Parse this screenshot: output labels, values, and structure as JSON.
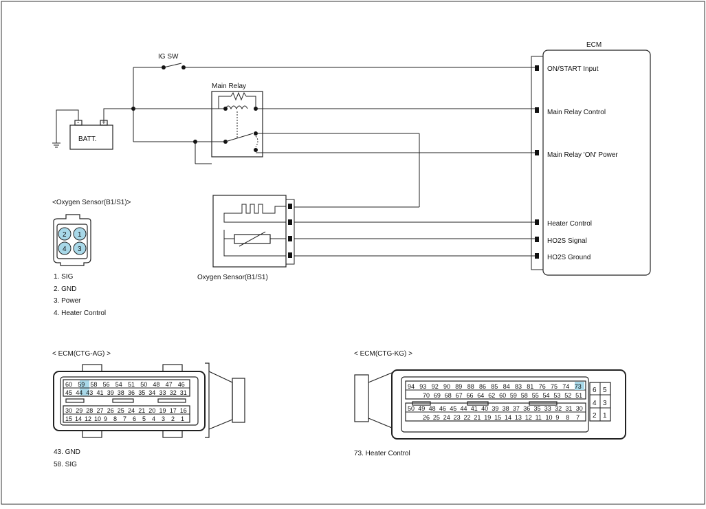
{
  "diagram": {
    "ecm": {
      "title": "ECM",
      "pins": {
        "on_start": "ON/START Input",
        "main_relay_control": "Main Relay Control",
        "main_relay_on_power": "Main Relay 'ON' Power",
        "heater_control": "Heater Control",
        "ho2s_signal": "HO2S Signal",
        "ho2s_ground": "HO2S Ground"
      }
    },
    "ig_sw": "IG SW",
    "main_relay": "Main Relay",
    "battery": "BATT.",
    "battery_minus": "-",
    "battery_plus": "+",
    "oxygen_sensor": "Oxygen Sensor(B1/S1)"
  },
  "sensor_connector": {
    "title": "<Oxygen Sensor(B1/S1)>",
    "pins": [
      "2",
      "1",
      "4",
      "3"
    ],
    "legend": [
      "1. SIG",
      "2. GND",
      "3. Power",
      "4. Heater Control"
    ]
  },
  "ecm_ag": {
    "title": "< ECM(CTG-AG)          >",
    "top_row1": [
      "60",
      "59",
      "58",
      "56",
      "54",
      "51",
      "50",
      "48",
      "47",
      "46"
    ],
    "top_row2": [
      "45",
      "44",
      "43",
      "41",
      "39",
      "38",
      "36",
      "35",
      "34",
      "33",
      "32",
      "31"
    ],
    "bot_row1": [
      "30",
      "29",
      "28",
      "27",
      "26",
      "25",
      "24",
      "21",
      "20",
      "19",
      "17",
      "16"
    ],
    "bot_row2": [
      "15",
      "14",
      "12",
      "10",
      "9",
      "8",
      "7",
      "6",
      "5",
      "4",
      "3",
      "2",
      "1"
    ],
    "highlight_color": "#a8d8e8",
    "legend": [
      "43.    GND",
      "58. SIG"
    ]
  },
  "ecm_kg": {
    "title": "< ECM(CTG-KG)          >",
    "top_row1": [
      "94",
      "93",
      "92",
      "90",
      "89",
      "88",
      "86",
      "85",
      "84",
      "83",
      "81",
      "76",
      "75",
      "74",
      "73"
    ],
    "top_row2": [
      "70",
      "69",
      "68",
      "67",
      "66",
      "64",
      "62",
      "60",
      "59",
      "58",
      "55",
      "54",
      "53",
      "52",
      "51"
    ],
    "bot_row1": [
      "50",
      "49",
      "48",
      "46",
      "45",
      "44",
      "41",
      "40",
      "39",
      "38",
      "37",
      "36",
      "35",
      "33",
      "32",
      "31",
      "30"
    ],
    "bot_row2": [
      "26",
      "25",
      "24",
      "23",
      "22",
      "21",
      "19",
      "15",
      "14",
      "13",
      "12",
      "11",
      "10",
      "9",
      "8",
      "7"
    ],
    "side_block": [
      "6",
      "5",
      "4",
      "3",
      "2",
      "1"
    ],
    "legend": [
      "73.    Heater Control"
    ]
  }
}
